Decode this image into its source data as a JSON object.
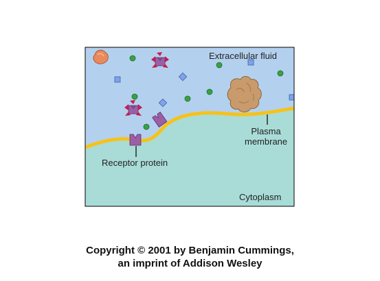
{
  "labels": {
    "extracellular": "Extracellular fluid",
    "plasma_line1": "Plasma",
    "plasma_line2": "membrane",
    "receptor": "Receptor protein",
    "cytoplasm": "Cytoplasm"
  },
  "copyright": {
    "line1": "Copyright © 2001 by Benjamin Cummings,",
    "line2": "an imprint of Addison Wesley"
  },
  "colors": {
    "extracellular_fluid": "#b3d1ee",
    "cytoplasm": "#a9dcd7",
    "membrane": "#f6c21a",
    "receptor": "#9b5fa6",
    "signal_molecule": "#c21e4f",
    "small_molecule_green": "#3aa046",
    "small_molecule_blue": "#6f93df",
    "large_molecule": "#c79a6b",
    "small_protein": "#e98a5c"
  }
}
